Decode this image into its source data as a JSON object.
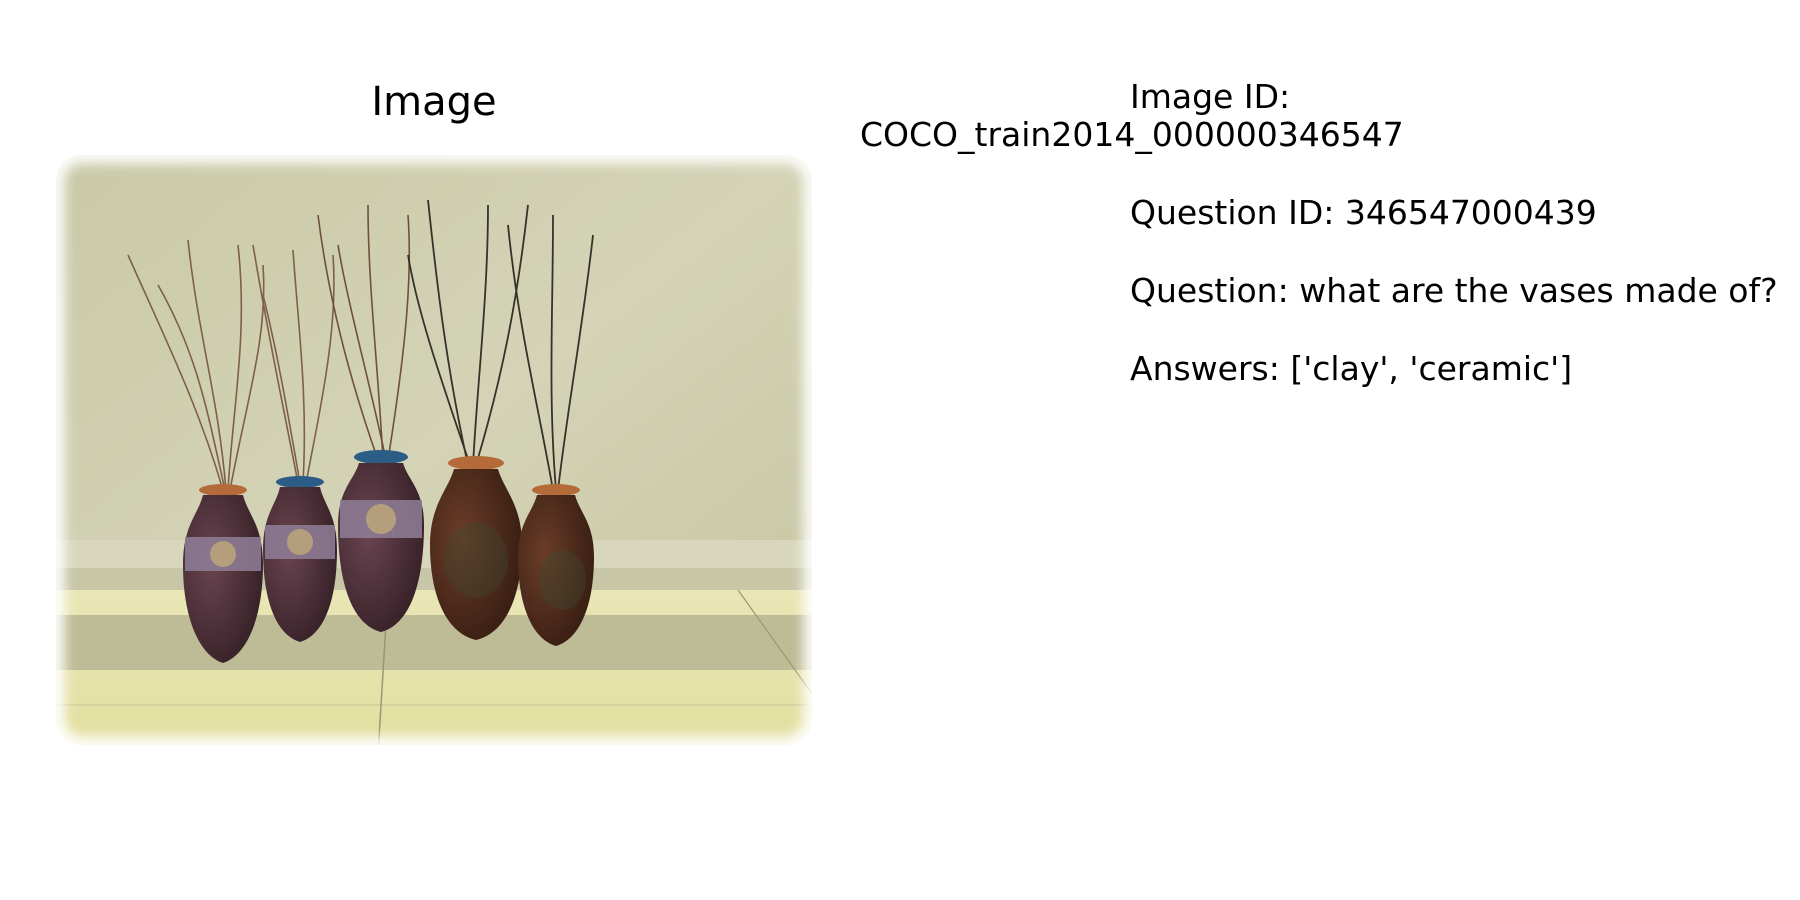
{
  "panel": {
    "title": "Image"
  },
  "info": {
    "image_id_label": "Image ID:",
    "image_id_value": "COCO_train2014_000000346547",
    "question_id": "Question ID: 346547000439",
    "question": "Question: what are the vases made of?",
    "answers": "Answers: ['clay', 'ceramic']"
  },
  "colors": {
    "wall": "#cfcfae",
    "floor": "#e7e4b4",
    "shadow": "#b5b495",
    "vase_purple": "#4a2c33",
    "vase_brown": "#4b2a1c",
    "rim_orange": "#b56a3a",
    "rim_blue": "#2b5d86",
    "band": "#8f7f99",
    "twig": "#7a5a44"
  }
}
